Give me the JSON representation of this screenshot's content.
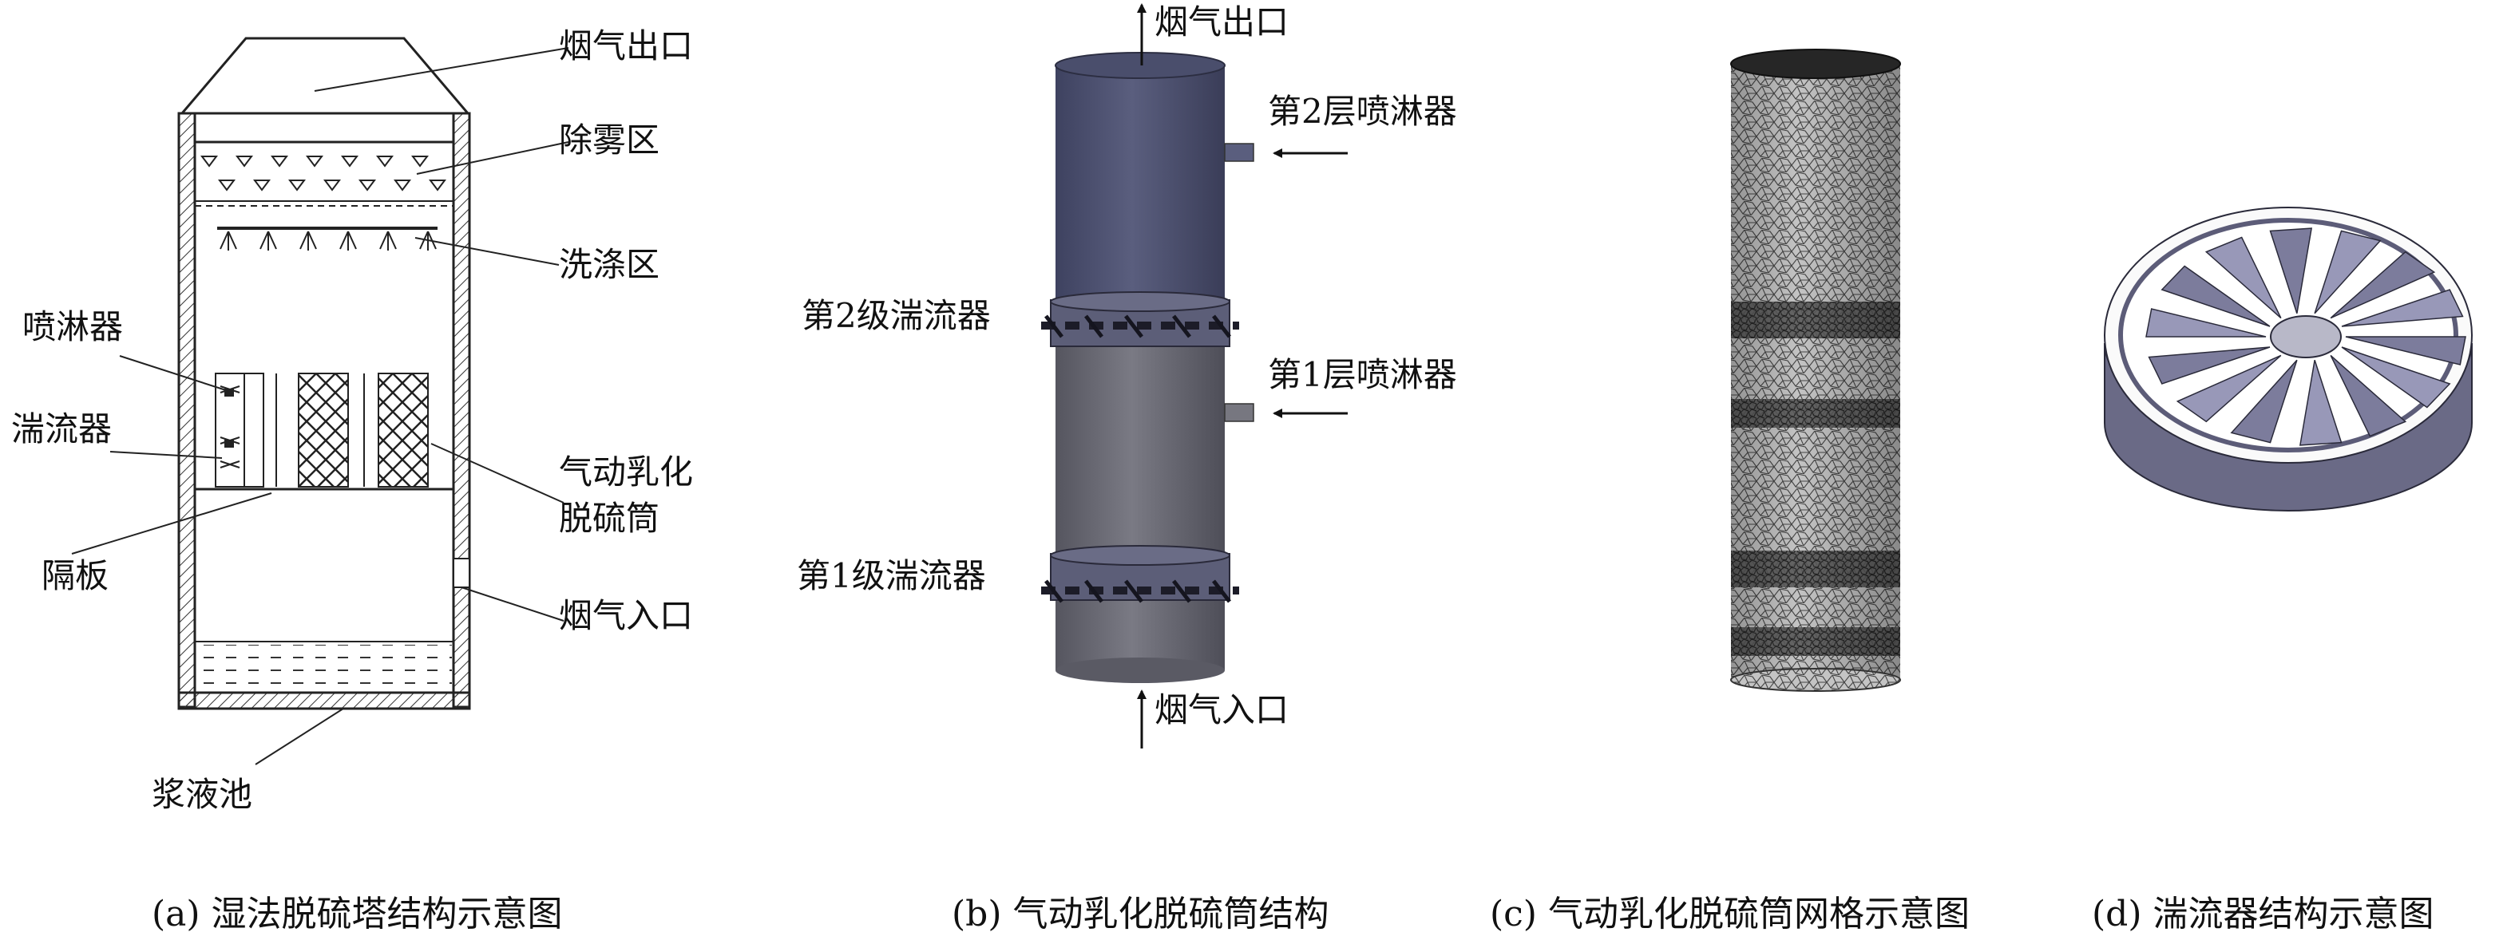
{
  "panel_a": {
    "labels": {
      "flue_outlet": "烟气出口",
      "demist_zone": "除雾区",
      "wash_zone": "洗涤区",
      "sprayer": "喷淋器",
      "swirler": "湍流器",
      "emulsion_tube_line1": "气动乳化",
      "emulsion_tube_line2": "脱硫筒",
      "baffle": "隔板",
      "flue_inlet": "烟气入口",
      "slurry_pool": "浆液池"
    },
    "caption": "(a) 湿法脱硫塔结构示意图"
  },
  "panel_b": {
    "labels": {
      "flue_outlet": "烟气出口",
      "sprayer_layer2": "第2层喷淋器",
      "swirler_stage2": "第2级湍流器",
      "sprayer_layer1": "第1层喷淋器",
      "swirler_stage1": "第1级湍流器",
      "flue_inlet": "烟气入口"
    },
    "caption": "(b) 气动乳化脱硫筒结构"
  },
  "panel_c": {
    "caption": "(c) 气动乳化脱硫筒网格示意图"
  },
  "panel_d": {
    "caption": "(d) 湍流器结构示意图"
  },
  "colors": {
    "tube_top": "#4b4f6d",
    "tube_bottom": "#666672",
    "swirler_body": "#5c5c78",
    "swirler_blade": "#9898b8",
    "mesh_base": "#bdbdbd"
  }
}
